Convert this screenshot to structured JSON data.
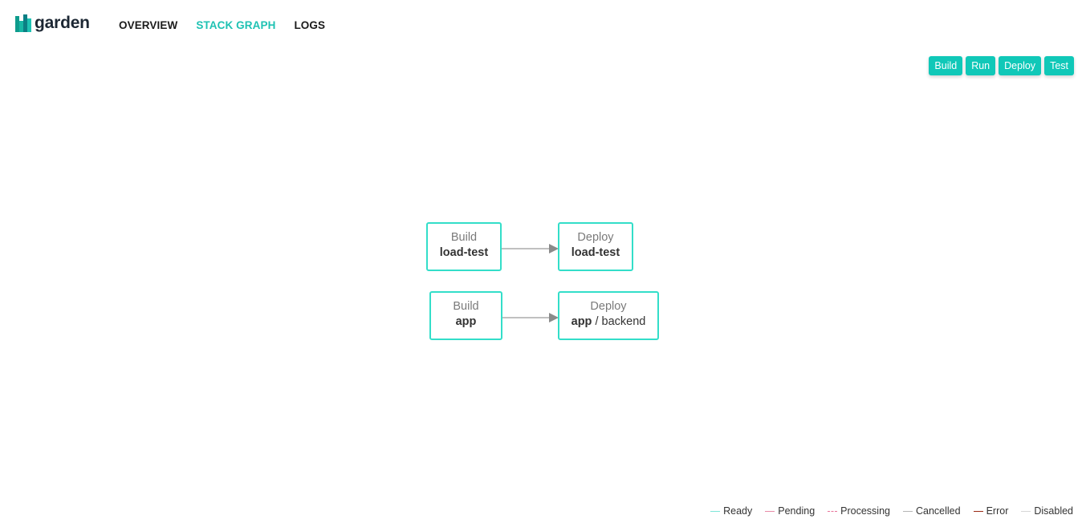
{
  "header": {
    "logo_text": "garden",
    "nav": [
      {
        "label": "OVERVIEW",
        "active": false
      },
      {
        "label": "STACK GRAPH",
        "active": true
      },
      {
        "label": "LOGS",
        "active": false
      }
    ]
  },
  "filters": [
    {
      "label": "Build"
    },
    {
      "label": "Run"
    },
    {
      "label": "Deploy"
    },
    {
      "label": "Test"
    }
  ],
  "graph": {
    "nodes": [
      {
        "type": "Build",
        "name": "load-test",
        "module": ""
      },
      {
        "type": "Deploy",
        "name": "load-test",
        "module": ""
      },
      {
        "type": "Build",
        "name": "app",
        "module": ""
      },
      {
        "type": "Deploy",
        "name": "app",
        "module": " / backend"
      }
    ],
    "edges": [
      {
        "from": "Build load-test",
        "to": "Deploy load-test"
      },
      {
        "from": "Build app",
        "to": "Deploy app / backend"
      }
    ]
  },
  "legend": [
    {
      "label": "Ready",
      "color": "#7ee6d9",
      "style": "solid"
    },
    {
      "label": "Pending",
      "color": "#e88aa6",
      "style": "solid"
    },
    {
      "label": "Processing",
      "color": "#e8739a",
      "style": "dashed"
    },
    {
      "label": "Cancelled",
      "color": "#b5b5b5",
      "style": "solid"
    },
    {
      "label": "Error",
      "color": "#9a2a14",
      "style": "solid"
    },
    {
      "label": "Disabled",
      "color": "#d6d6d6",
      "style": "solid"
    }
  ],
  "colors": {
    "accent": "#1ec2b3",
    "button": "#10c8b8",
    "node_border": "#33dec9"
  }
}
